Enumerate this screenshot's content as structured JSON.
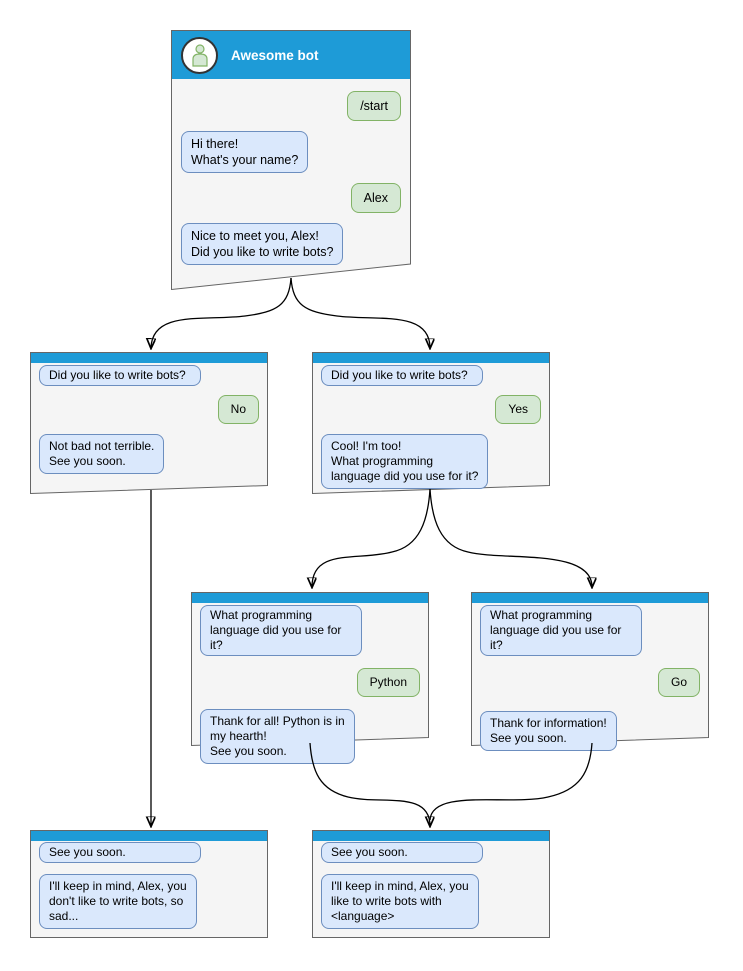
{
  "diagram": {
    "root": {
      "title": "Awesome bot",
      "m1": "/start",
      "m2": "Hi there!\nWhat's your name?",
      "m3": "Alex",
      "m4": "Nice to meet you, Alex!\nDid you like to write bots?"
    },
    "no_branch": {
      "m1": "Did you like to write bots?",
      "m2": "No",
      "m3": "Not bad not terrible.\nSee you soon."
    },
    "yes_branch": {
      "m1": "Did you like to write bots?",
      "m2": "Yes",
      "m3": "Cool! I'm too!\nWhat programming\nlanguage did you use for it?"
    },
    "python_branch": {
      "m1": "What programming\nlanguage did you use for it?",
      "m2": "Python",
      "m3": "Thank for all! Python is in\nmy hearth!\nSee you soon."
    },
    "go_branch": {
      "m1": "What programming\nlanguage did you use for it?",
      "m2": "Go",
      "m3": "Thank for information!\nSee you soon."
    },
    "end_no": {
      "m1": "See you soon.",
      "m2": "I'll keep in mind, Alex, you\ndon't like to write bots, so\nsad..."
    },
    "end_yes": {
      "m1": "See you soon.",
      "m2": "I'll keep in mind, Alex, you\nlike to write bots with\n<language>"
    },
    "edges": [
      {
        "from": "root",
        "to": "no_branch"
      },
      {
        "from": "root",
        "to": "yes_branch"
      },
      {
        "from": "no_branch",
        "to": "end_no"
      },
      {
        "from": "yes_branch",
        "to": "python_branch"
      },
      {
        "from": "yes_branch",
        "to": "go_branch"
      },
      {
        "from": "python_branch",
        "to": "end_yes"
      },
      {
        "from": "go_branch",
        "to": "end_yes"
      }
    ]
  },
  "colors": {
    "header_blue": "#1e9bd7",
    "window_bg": "#f5f5f5",
    "window_border": "#666666",
    "bot_bubble_bg": "#dae8fc",
    "bot_bubble_border": "#6c8ebf",
    "user_bubble_bg": "#d5e8d4",
    "user_bubble_border": "#82b366",
    "arrow_color": "#000000"
  }
}
